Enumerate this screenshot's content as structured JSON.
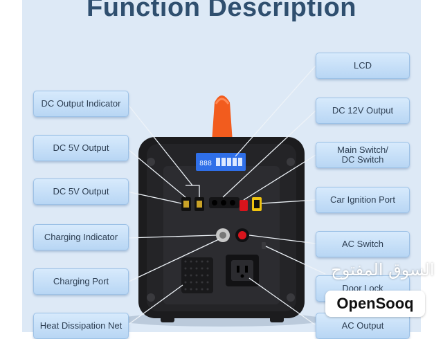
{
  "title": "Function Description",
  "labels": {
    "lcd": "LCD",
    "dc_output_indicator": "DC Output Indicator",
    "dc_12v_output": "DC 12V Output",
    "dc_5v_output_1": "DC 5V Output",
    "main_switch_line1": "Main Switch/",
    "main_switch_line2": "DC Switch",
    "dc_5v_output_2": "DC 5V Output",
    "car_ignition_port": "Car Ignition Port",
    "charging_indicator": "Charging Indicator",
    "ac_switch": "AC Switch",
    "charging_port": "Charging Port",
    "door_lock": "Door Lock",
    "heat_dissipation_net": "Heat Dissipation Net",
    "ac_output": "AC Output"
  },
  "lcd_screen_text": "888",
  "watermark": {
    "arabic": "السوق المفتوح",
    "brand": "OpenSooq"
  },
  "colors": {
    "panel_bg": "#dde9f6",
    "label_bg": "#c7e0f8",
    "device_body": "#1c1c1e",
    "handle": "#f25c1e",
    "lcd": "#2f6fe8",
    "red_switch": "#d8141c",
    "xt60_port": "#f1c40f",
    "leader_line": "#e8eef5"
  }
}
